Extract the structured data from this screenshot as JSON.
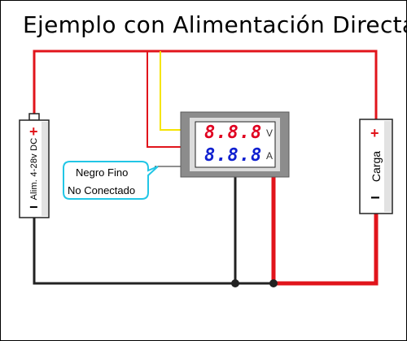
{
  "title": "Ejemplo con Alimentación Directa",
  "battery": {
    "label": "Alim. 4-28v DC",
    "plus": "+",
    "minus": "−"
  },
  "load": {
    "label": "Carga",
    "plus": "+",
    "minus": "−"
  },
  "meter": {
    "voltage_digits": "8.8.8",
    "voltage_unit": "V",
    "current_digits": "8.8.8",
    "current_unit": "A"
  },
  "callout": {
    "line1": "Negro Fino",
    "line2": "No Conectado"
  },
  "colors": {
    "red_wire": "#e1141b",
    "black_wire": "#222222",
    "yellow_wire": "#f5e400",
    "callout_border": "#22c6e6",
    "meter_frame": "#8c8c8c",
    "voltage_digits": "#e00020",
    "current_digits": "#1020d0"
  }
}
